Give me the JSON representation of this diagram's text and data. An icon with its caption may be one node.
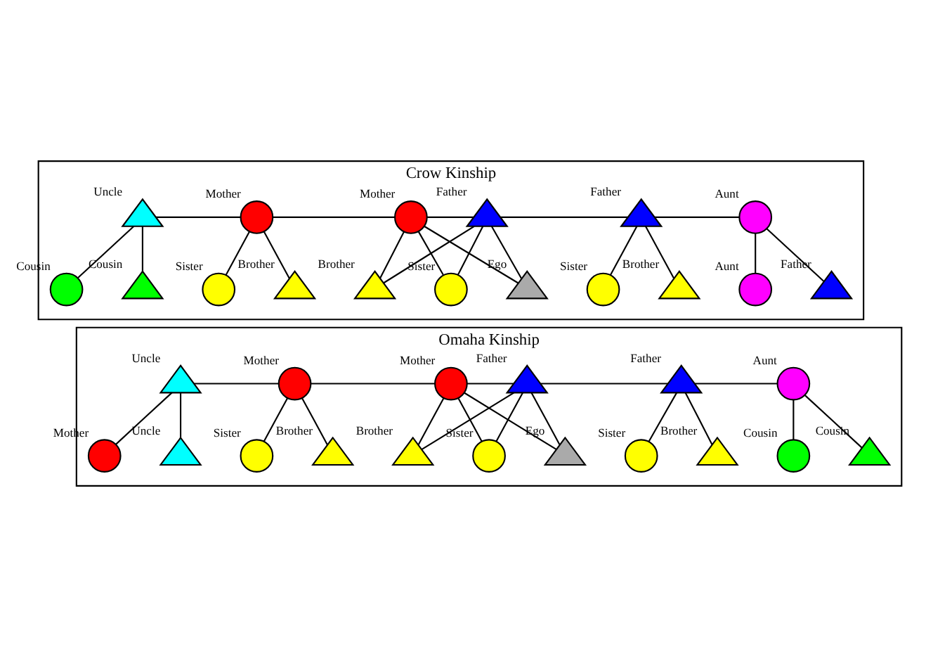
{
  "diagram": {
    "nodes": [
      {
        "text": [
          "Crow Kinship"
        ]
      },
      {
        "text": [],
        "shape": "triangle",
        "beside": [
          "Uncle"
        ],
        "in": 0
      },
      {
        "text": [],
        "shape": "circle",
        "beside": [
          "Mother"
        ],
        "in": 0
      },
      {
        "text": [],
        "shape": "circle",
        "beside": [
          "Mother"
        ],
        "in": 0
      },
      {
        "text": [],
        "shape": "triangle",
        "beside": [
          "Father"
        ],
        "in": 0
      },
      {
        "text": [],
        "shape": "triangle",
        "beside": [
          "Father"
        ],
        "in": 0
      },
      {
        "text": [],
        "shape": "circle",
        "beside": [
          "Aunt"
        ],
        "in": 0
      },
      {
        "text": [],
        "shape": "circle",
        "beside": [
          "Cousin"
        ],
        "in": 0
      },
      {
        "text": [],
        "shape": "triangle",
        "beside": [
          "Cousin"
        ],
        "in": 0
      },
      {
        "text": [],
        "shape": "circle",
        "beside": [
          "Sister"
        ],
        "in": 0
      },
      {
        "text": [],
        "shape": "triangle",
        "beside": [
          "Brother"
        ],
        "in": 0
      },
      {
        "text": [],
        "shape": "circle",
        "beside": [
          "Sister"
        ],
        "in": 0
      },
      {
        "text": [],
        "shape": "triangle",
        "beside": [
          "Ego"
        ],
        "in": 0
      },
      {
        "text": [],
        "shape": "triangle",
        "beside": [
          "Brother"
        ],
        "in": 0
      },
      {
        "text": [],
        "shape": "circle",
        "beside": [
          "Sister"
        ],
        "in": 0
      },
      {
        "text": [],
        "shape": "triangle",
        "beside": [
          "Brother"
        ],
        "in": 0
      },
      {
        "text": [],
        "shape": "circle",
        "beside": [
          "Aunt"
        ],
        "in": 0
      },
      {
        "text": [],
        "shape": "triangle",
        "beside": [
          "Father"
        ],
        "in": 0
      },
      {
        "text": [
          "Omaha Kinship"
        ]
      },
      {
        "text": [],
        "shape": "triangle",
        "beside": [
          "Uncle"
        ],
        "in": 18
      },
      {
        "text": [],
        "shape": "circle",
        "beside": [
          "Mother"
        ],
        "in": 18
      },
      {
        "text": [],
        "shape": "circle",
        "beside": [
          "Mother"
        ],
        "in": 18
      },
      {
        "text": [],
        "shape": "triangle",
        "beside": [
          "Father"
        ],
        "in": 18
      },
      {
        "text": [],
        "shape": "triangle",
        "beside": [
          "Father"
        ],
        "in": 18
      },
      {
        "text": [],
        "shape": "circle",
        "beside": [
          "Aunt"
        ],
        "in": 18
      },
      {
        "text": [],
        "shape": "circle",
        "beside": [
          "Mother"
        ],
        "in": 18
      },
      {
        "text": [],
        "shape": "triangle",
        "beside": [
          "Uncle"
        ],
        "in": 18
      },
      {
        "text": [],
        "shape": "circle",
        "beside": [
          "Sister"
        ],
        "in": 18
      },
      {
        "text": [],
        "shape": "triangle",
        "beside": [
          "Brother"
        ],
        "in": 18
      },
      {
        "text": [],
        "shape": "circle",
        "beside": [
          "Sister"
        ],
        "in": 18
      },
      {
        "text": [],
        "shape": "triangle",
        "beside": [
          "Ego"
        ],
        "in": 18
      },
      {
        "text": [],
        "shape": "triangle",
        "beside": [
          "Brother"
        ],
        "in": 18
      },
      {
        "text": [],
        "shape": "circle",
        "beside": [
          "Sister"
        ],
        "in": 18
      },
      {
        "text": [],
        "shape": "triangle",
        "beside": [
          "Brother"
        ],
        "in": 18
      },
      {
        "text": [],
        "shape": "circle",
        "beside": [
          "Cousin"
        ],
        "in": 18
      },
      {
        "text": [],
        "shape": "triangle",
        "beside": [
          "Cousin"
        ],
        "in": 18
      }
    ],
    "edges": [
      {
        "from": 1,
        "to": 2,
        "arrow": "none"
      },
      {
        "from": 2,
        "to": 3,
        "arrow": "none"
      },
      {
        "from": 3,
        "to": 4,
        "arrow": "none"
      },
      {
        "from": 4,
        "to": 5,
        "arrow": "none"
      },
      {
        "from": 5,
        "to": 6,
        "arrow": "none"
      },
      {
        "from": 1,
        "to": 7,
        "arrow": "none"
      },
      {
        "from": 1,
        "to": 8,
        "arrow": "none"
      },
      {
        "from": 2,
        "to": 9,
        "arrow": "none"
      },
      {
        "from": 2,
        "to": 10,
        "arrow": "none"
      },
      {
        "from": 3,
        "to": 11,
        "arrow": "none"
      },
      {
        "from": 3,
        "to": 12,
        "arrow": "none"
      },
      {
        "from": 3,
        "to": 13,
        "arrow": "none"
      },
      {
        "from": 4,
        "to": 11,
        "arrow": "none"
      },
      {
        "from": 4,
        "to": 12,
        "arrow": "none"
      },
      {
        "from": 4,
        "to": 13,
        "arrow": "none"
      },
      {
        "from": 5,
        "to": 14,
        "arrow": "none"
      },
      {
        "from": 5,
        "to": 15,
        "arrow": "none"
      },
      {
        "from": 6,
        "to": 16,
        "arrow": "none"
      },
      {
        "from": 6,
        "to": 17,
        "arrow": "none"
      },
      {
        "from": 19,
        "to": 20,
        "arrow": "none"
      },
      {
        "from": 20,
        "to": 21,
        "arrow": "none"
      },
      {
        "from": 21,
        "to": 22,
        "arrow": "none"
      },
      {
        "from": 22,
        "to": 23,
        "arrow": "none"
      },
      {
        "from": 23,
        "to": 24,
        "arrow": "none"
      },
      {
        "from": 19,
        "to": 25,
        "arrow": "none"
      },
      {
        "from": 19,
        "to": 26,
        "arrow": "none"
      },
      {
        "from": 20,
        "to": 27,
        "arrow": "none"
      },
      {
        "from": 20,
        "to": 28,
        "arrow": "none"
      },
      {
        "from": 21,
        "to": 29,
        "arrow": "none"
      },
      {
        "from": 21,
        "to": 30,
        "arrow": "none"
      },
      {
        "from": 21,
        "to": 31,
        "arrow": "none"
      },
      {
        "from": 22,
        "to": 29,
        "arrow": "none"
      },
      {
        "from": 22,
        "to": 30,
        "arrow": "none"
      },
      {
        "from": 22,
        "to": 31,
        "arrow": "none"
      },
      {
        "from": 23,
        "to": 32,
        "arrow": "none"
      },
      {
        "from": 23,
        "to": 33,
        "arrow": "none"
      },
      {
        "from": 24,
        "to": 34,
        "arrow": "none"
      },
      {
        "from": 24,
        "to": 35,
        "arrow": "none"
      }
    ]
  }
}
